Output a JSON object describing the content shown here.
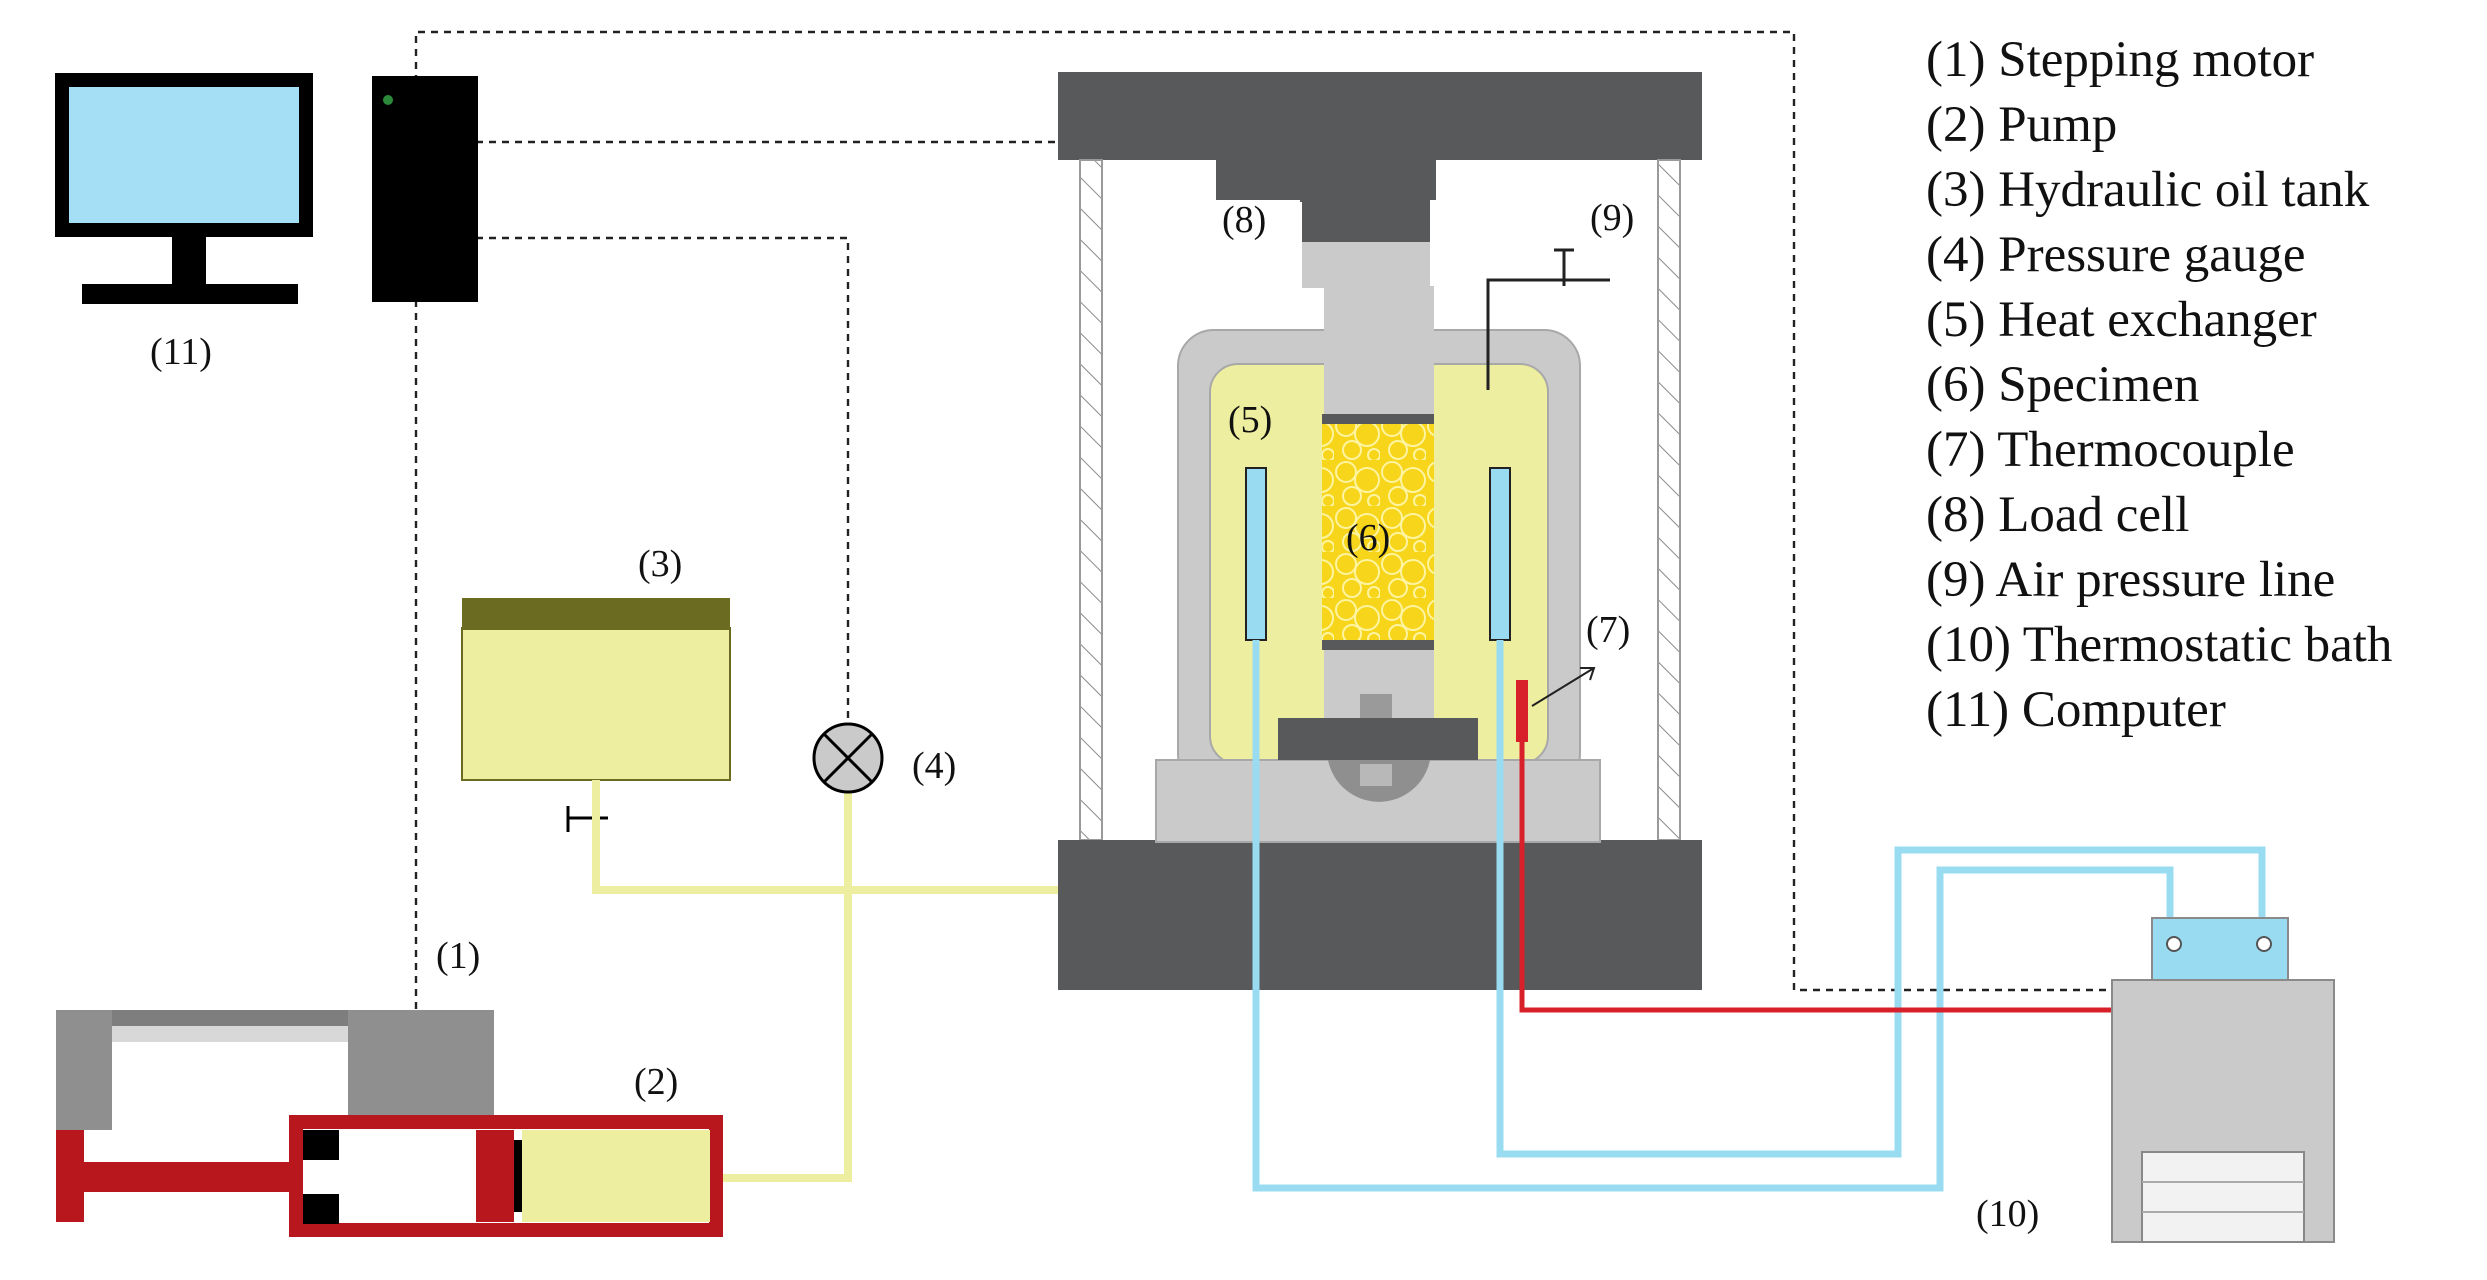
{
  "labels": {
    "motor": "(1)",
    "pump": "(2)",
    "tank": "(3)",
    "gauge": "(4)",
    "exchanger": "(5)",
    "specimen": "(6)",
    "thermocouple": "(7)",
    "load_cell": "(8)",
    "air_line": "(9)",
    "bath": "(10)",
    "computer": "(11)"
  },
  "legend": [
    "(1) Stepping motor",
    "(2) Pump",
    "(3) Hydraulic oil tank",
    "(4) Pressure gauge",
    "(5) Heat exchanger",
    "(6) Specimen",
    "(7) Thermocouple",
    "(8) Load cell",
    "(9) Air pressure line",
    "(10) Thermostatic bath",
    "(11) Computer"
  ],
  "colors": {
    "frame_dark": "#58595b",
    "gray": "#cacaca",
    "oil_yellow": "#eeeea0",
    "tank_lid": "#6b6b22",
    "water_blue": "#99dcf2",
    "thermo_red": "#d8202a",
    "pump_red": "#b8171d",
    "monitor_blue": "#a5dff5",
    "specimen_yellow": "#f7d51a"
  },
  "icons": {
    "monitor": "monitor-icon",
    "tower": "computer-tower-icon",
    "gauge": "pressure-gauge-icon",
    "valve": "valve-icon"
  }
}
